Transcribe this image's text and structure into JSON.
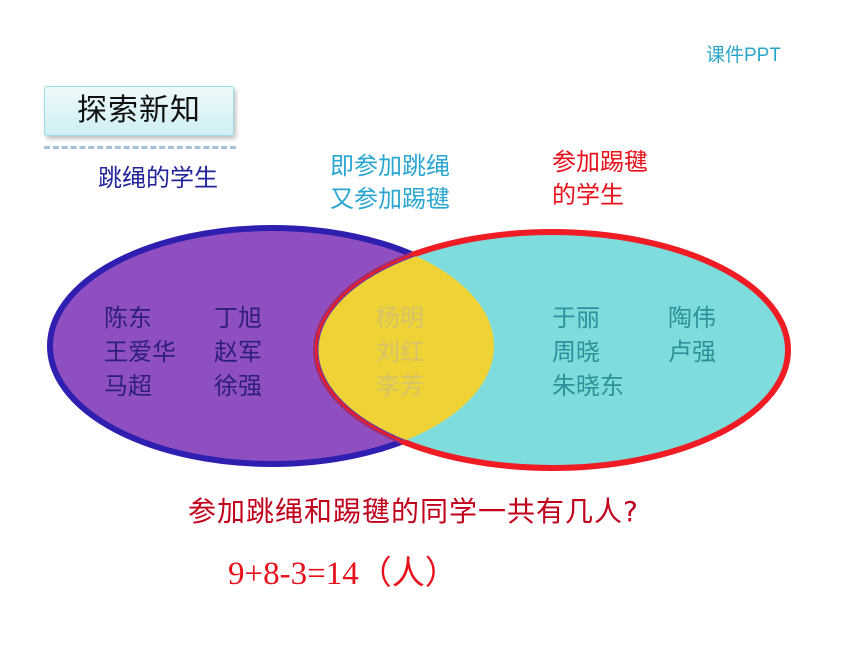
{
  "brand": "课件PPT",
  "section_title": "探索新知",
  "labels": {
    "jump_rope": "跳绳的学生",
    "both": "即参加跳绳\n又参加踢毽",
    "shuttlecock": "参加踢毽\n的学生"
  },
  "groups": {
    "jump_rope_only": [
      "陈东",
      "丁旭",
      "王爱华",
      "赵军",
      "马超",
      "徐强"
    ],
    "both": [
      "杨明",
      "刘红",
      "李芳"
    ],
    "shuttlecock_only": [
      "于丽",
      "陶伟",
      "周晓",
      "卢强",
      "朱晓东"
    ]
  },
  "question": "参加跳绳和踢毽的同学一共有几人?",
  "equation": "9+8-3=14（人）",
  "colors": {
    "jump_rope_fill": "#8f4fc0",
    "jump_rope_border": "#2e1fb0",
    "shuttlecock_fill": "#7fdcdc",
    "shuttlecock_border": "#ef1c24",
    "overlap_fill": "#efd336",
    "label_blue": "#23239a",
    "label_cyan": "#2aa6d2",
    "label_red": "#e8101a"
  }
}
